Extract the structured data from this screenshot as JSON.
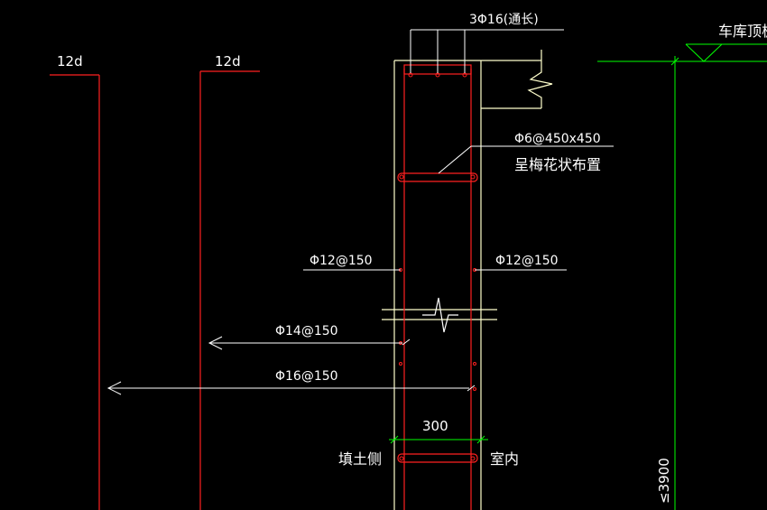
{
  "colors": {
    "background": "#000000",
    "rebar": "#ff2020",
    "concrete": "#ffffcc",
    "leader": "#ffffff",
    "dimension": "#00ff00"
  },
  "labels": {
    "anchor_left": "12d",
    "anchor_mid": "12d",
    "top_bars": "3Φ16(通长)",
    "tie_spec": "Φ6@450x450",
    "tie_note": "呈梅花状布置",
    "vert_left": "Φ12@150",
    "vert_right": "Φ12@150",
    "horiz_14": "Φ14@150",
    "horiz_16": "Φ16@150",
    "wall_thickness": "300",
    "soil_side": "填土侧",
    "indoor_side": "室内",
    "roof_slab": "车库顶板",
    "height": "≤3900"
  }
}
